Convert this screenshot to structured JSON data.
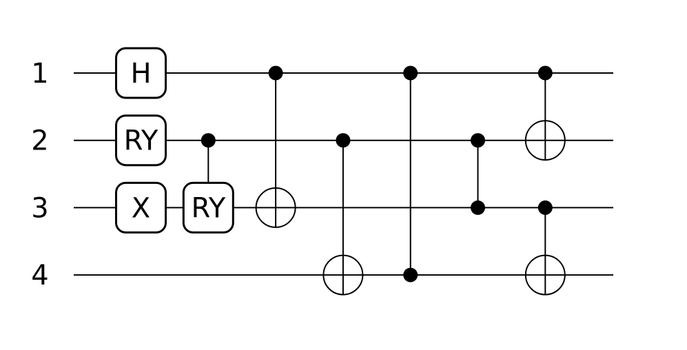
{
  "wires": [
    {
      "id": 1,
      "label": "1"
    },
    {
      "id": 2,
      "label": "2"
    },
    {
      "id": 3,
      "label": "3"
    },
    {
      "id": 4,
      "label": "4"
    }
  ],
  "gates": [
    {
      "type": "box",
      "label": "H",
      "wire": 1,
      "step": 0
    },
    {
      "type": "box",
      "label": "RY",
      "wire": 2,
      "step": 0
    },
    {
      "type": "box",
      "label": "X",
      "wire": 3,
      "step": 0
    },
    {
      "type": "box",
      "label": "RY",
      "wire": 3,
      "step": 1,
      "controls": [
        2
      ]
    },
    {
      "type": "cnot",
      "control": 1,
      "target": 3,
      "step": 2
    },
    {
      "type": "cnot",
      "control": 2,
      "target": 4,
      "step": 3
    },
    {
      "type": "cz",
      "wires": [
        1,
        4
      ],
      "step": 4
    },
    {
      "type": "cz",
      "wires": [
        2,
        3
      ],
      "step": 5
    },
    {
      "type": "cnot",
      "control": 1,
      "target": 2,
      "step": 6
    },
    {
      "type": "cnot",
      "control": 3,
      "target": 4,
      "step": 6
    }
  ],
  "colors": {
    "stroke": "#000000",
    "background": "#ffffff"
  }
}
